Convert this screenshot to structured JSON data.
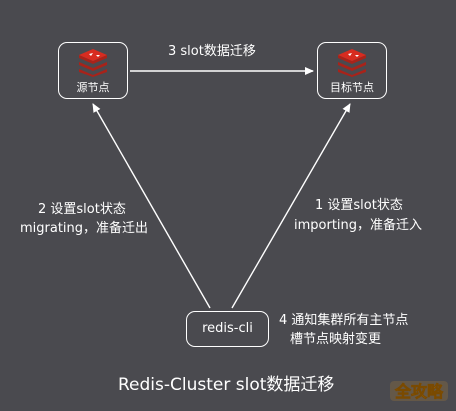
{
  "nodes": {
    "source": {
      "label": "源节点",
      "icon": "redis-icon"
    },
    "target": {
      "label": "目标节点",
      "icon": "redis-icon"
    },
    "client": {
      "label": "redis-cli"
    }
  },
  "edges": {
    "migrate": "3 slot数据迁移",
    "set_migrating": {
      "line1": "2 设置slot状态",
      "line2": "migrating，准备迁出"
    },
    "set_importing": {
      "line1": "1 设置slot状态",
      "line2": "importing，准备迁入"
    },
    "notify": {
      "line1": "4 通知集群所有主节点",
      "line2": "槽节点映射变更"
    }
  },
  "caption": "Redis-Cluster slot数据迁移",
  "watermark": "全攻略",
  "colors": {
    "background": "#4a4a4f",
    "stroke": "#ffffff",
    "redis_red": "#d82c20",
    "watermark": "#f5a623"
  }
}
